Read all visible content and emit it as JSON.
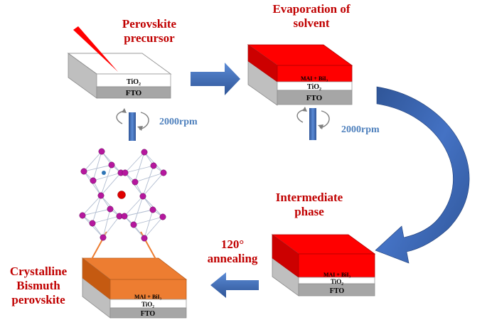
{
  "steps": {
    "precursor": {
      "label_line1": "Perovskite",
      "label_line2": "precursor"
    },
    "evaporation": {
      "label_line1": "Evaporation of",
      "label_line2": "solvent"
    },
    "intermediate": {
      "label_line1": "Intermediate",
      "label_line2": "phase"
    },
    "annealing": {
      "label_line1": "120°",
      "label_line2": "annealing"
    },
    "final": {
      "label_line1": "Crystalline",
      "label_line2": "Bismuth",
      "label_line3": "perovskite"
    }
  },
  "spin": {
    "speed_label": "2000rpm"
  },
  "layers": {
    "fto": "FTO",
    "tio2": "TiO₂",
    "perovskite_layer": "MAI + BiI₃"
  },
  "colors": {
    "red_film": "#ff0000",
    "orange_film": "#ed7d31",
    "arrow_blue": "#4472c4",
    "label_red": "#c00000",
    "rpm_blue": "#4f81bd",
    "atom_magenta": "#b5179e",
    "atom_center_red": "#e00000",
    "atom_small_blue": "#2e75b6"
  }
}
